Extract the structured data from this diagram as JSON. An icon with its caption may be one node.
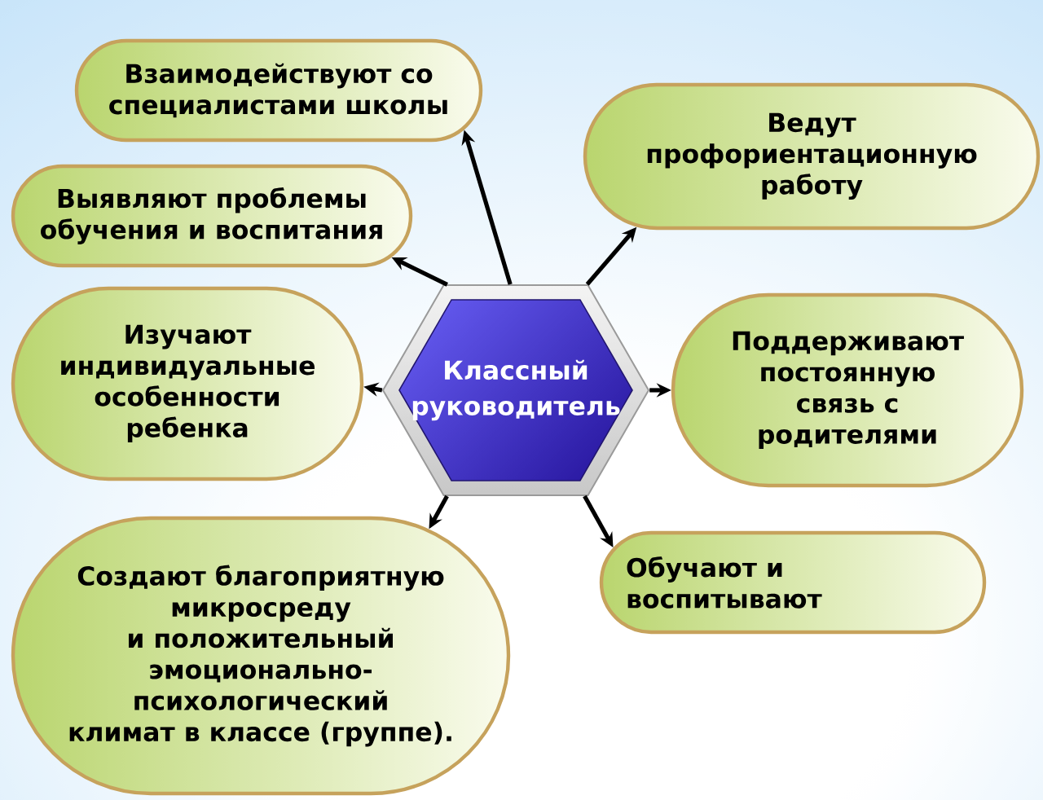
{
  "diagram": {
    "nodes": [
      {
        "text": [
          "Взаимодействуют со специалистами школы"
        ]
      },
      {
        "text": [
          "Ведут профориентационную работу"
        ]
      },
      {
        "text": [
          "Выявляют проблемы обучения и воспитания"
        ]
      },
      {
        "text": [
          "Изучают индивидуальные особенности ребенка"
        ]
      },
      {
        "text": [
          "Классный руководитель"
        ]
      },
      {
        "text": [
          "Поддерживают постоянную связь с родителями"
        ]
      },
      {
        "text": [
          "Создают благоприятную микросреду и положительный эмоционально-психологический климат в классе (группе)."
        ]
      },
      {
        "text": [
          "Обучают и воспитывают"
        ]
      }
    ],
    "edges": [
      {
        "from": 4,
        "to": 0,
        "arrow": "to"
      },
      {
        "from": 4,
        "to": 1,
        "arrow": "to"
      },
      {
        "from": 4,
        "to": 2,
        "arrow": "to"
      },
      {
        "from": 4,
        "to": 3,
        "arrow": "to"
      },
      {
        "from": 4,
        "to": 5,
        "arrow": "to"
      },
      {
        "from": 4,
        "to": 6,
        "arrow": "to"
      },
      {
        "from": 4,
        "to": 7,
        "arrow": "to"
      }
    ]
  }
}
